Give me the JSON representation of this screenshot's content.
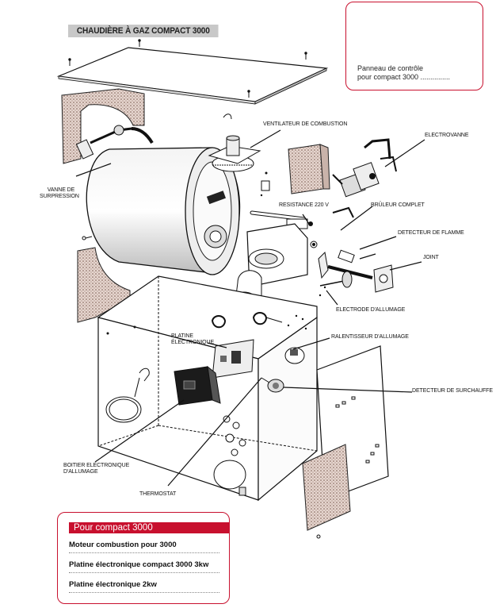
{
  "title": "CHAUDIÈRE À GAZ COMPACT 3000",
  "control_panel": {
    "caption_line1": "Panneau de contrôle",
    "caption_line2": "pour compact 3000 ..............."
  },
  "callouts": {
    "ventilateur": "VENTILATEUR DE COMBUSTION",
    "electrovanne": "ELECTROVANNE",
    "vanne_line1": "VANNE DE",
    "vanne_line2": "SURPRESSION",
    "resistance": "RESISTANCE 220 V",
    "bruleur": "BRÛLEUR COMPLET",
    "detecteur_flamme": "DETECTEUR DE FLAMME",
    "joint": "JOINT",
    "electrode": "ELECTRODE D'ALLUMAGE",
    "platine_line1": "PLATINE",
    "platine_line2": "ÉLECTRONIQUE",
    "ralentisseur": "RALENTISSEUR D'ALLUMAGE",
    "surchauffe": "DETECTEUR DE SURCHAUFFE",
    "boitier_line1": "BOITIER ELECTRONIQUE",
    "boitier_line2": "D'ALLUMAGE",
    "thermostat": "THERMOSTAT"
  },
  "parts": {
    "heading": "Pour compact 3000",
    "items": [
      "Moteur combustion pour 3000",
      "Platine électronique compact 3000 3kw",
      "Platine électronique 2kw"
    ]
  },
  "colors": {
    "accent": "#c8102e",
    "title_bar": "#c8c8c8"
  }
}
